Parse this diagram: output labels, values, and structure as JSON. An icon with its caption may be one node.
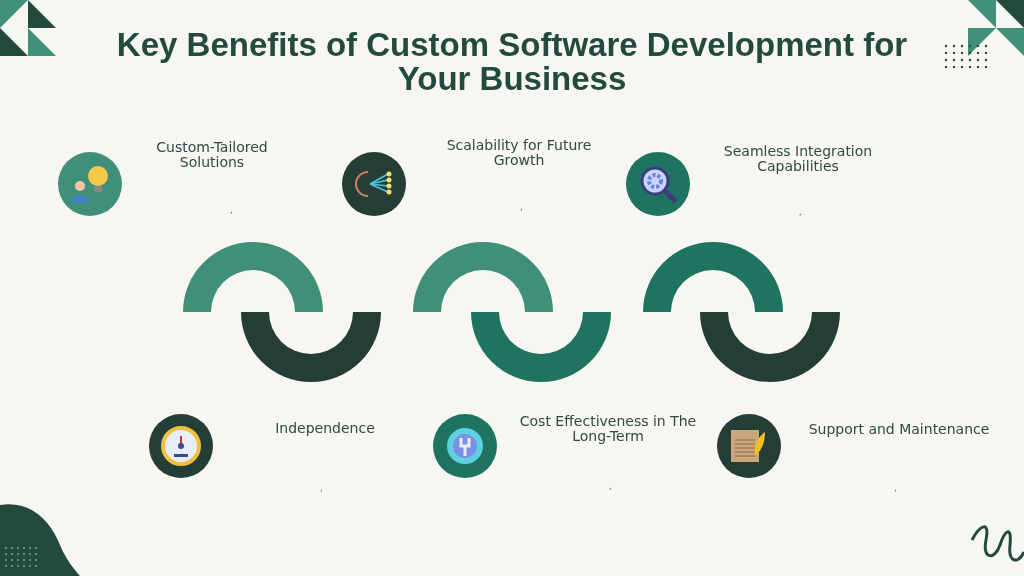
{
  "diagram": {
    "title": "Key Benefits of Custom Software Development for Your Business",
    "labels": [
      "Custom-Tailored Solutions",
      "Scalability for Future Growth",
      "Seamless Integration Capabilities",
      ",",
      ",",
      ",",
      "Independence",
      "Cost Effectiveness in The Long-Term",
      "Support and Maintenance",
      ",",
      ",",
      ","
    ]
  }
}
